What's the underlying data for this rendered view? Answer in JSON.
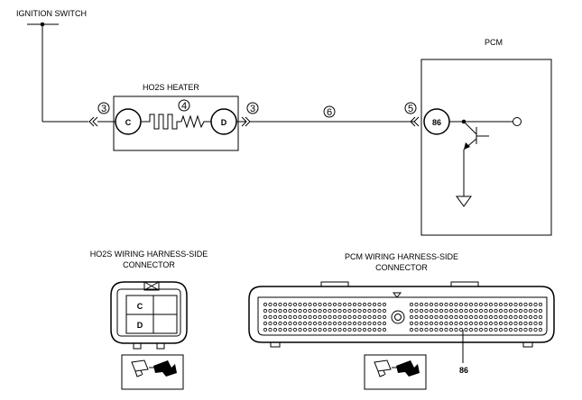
{
  "labels": {
    "ignition_switch": "IGNITION SWITCH",
    "ho2s_heater": "HO2S HEATER",
    "pcm": "PCM",
    "ho2s_connector_line1": "HO2S WIRING  HARNESS-SIDE",
    "ho2s_connector_line2": "CONNECTOR",
    "pcm_connector_line1": "PCM WIRING  HARNESS-SIDE",
    "pcm_connector_line2": "CONNECTOR"
  },
  "terminals": {
    "heater_c": "C",
    "heater_d": "D",
    "pcm_86": "86",
    "grid_c": "C",
    "grid_d": "D",
    "pcm_pin_callout": "86"
  },
  "callouts": {
    "left_connector": "3",
    "resistor": "4",
    "right_connector": "3",
    "wire": "6",
    "pcm_connector": "5"
  }
}
